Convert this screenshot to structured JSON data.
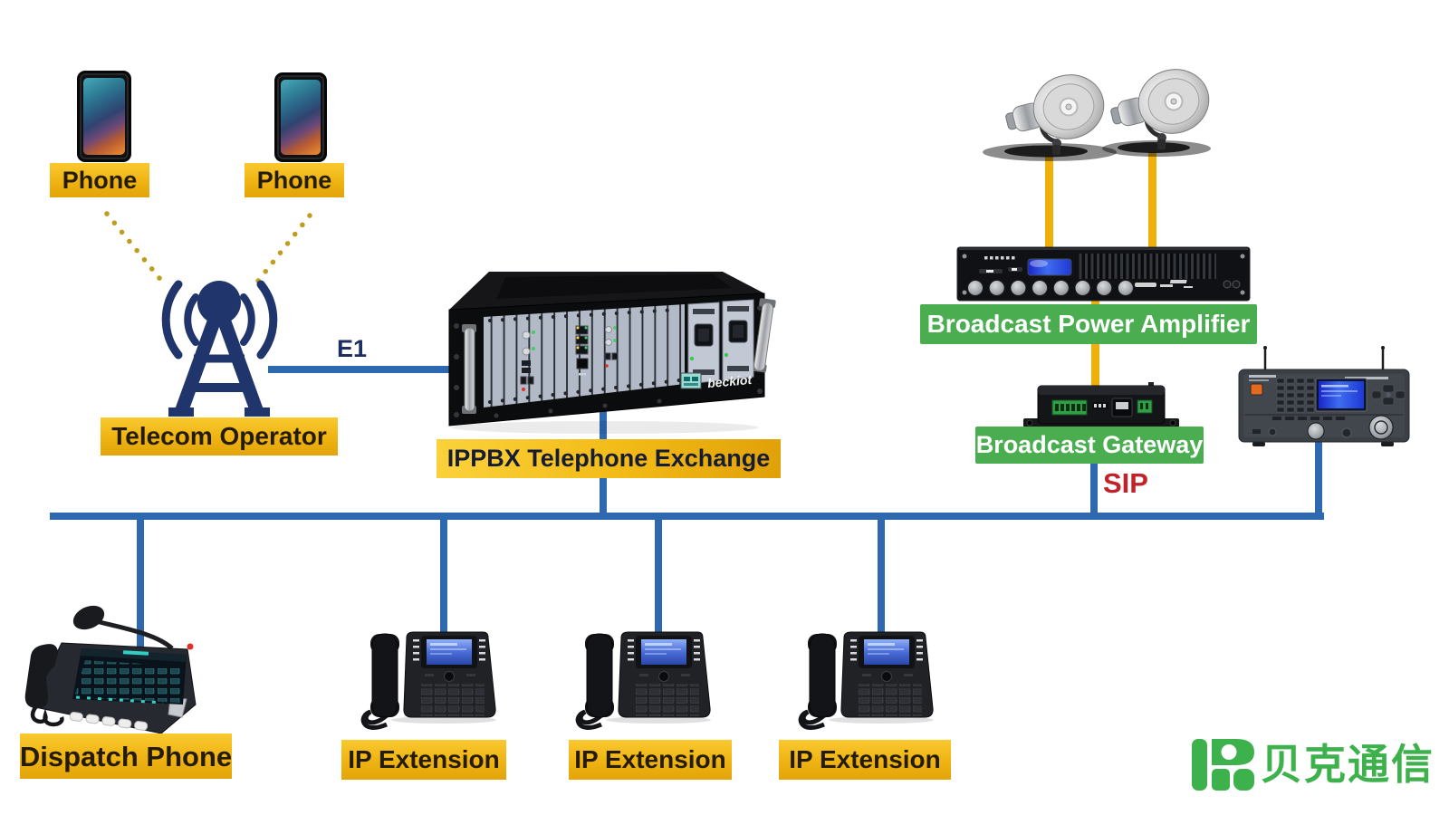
{
  "nodes": {
    "phone1": {
      "label": "Phone"
    },
    "phone2": {
      "label": "Phone"
    },
    "telecom_operator": {
      "label": "Telecom Operator"
    },
    "ippbx": {
      "label": "IPPBX Telephone Exchange"
    },
    "amplifier": {
      "label": "Broadcast Power Amplifier"
    },
    "gateway": {
      "label": "Broadcast Gateway"
    },
    "dispatch_phone": {
      "label": "Dispatch Phone"
    },
    "ip_extension_1": {
      "label": "IP Extension"
    },
    "ip_extension_2": {
      "label": "IP Extension"
    },
    "ip_extension_3": {
      "label": "IP Extension"
    }
  },
  "links": {
    "e1_label": "E1",
    "sip_label": "SIP"
  },
  "branding": {
    "rack_brand": "beckiot",
    "company_name": "贝克通信"
  },
  "icons": {
    "telecom_tower": "radio-tower-icon",
    "horn_speaker": "horn-speaker-icon",
    "company_logo": "company-logo-mark"
  },
  "colors": {
    "label_yellow": "#f0b71c",
    "label_green": "#4aae51",
    "line_blue": "#2e68af",
    "line_yellow": "#eeb009",
    "sip_red": "#c1232b",
    "e1_navy": "#1c2e63",
    "logo_green": "#3db14c"
  }
}
